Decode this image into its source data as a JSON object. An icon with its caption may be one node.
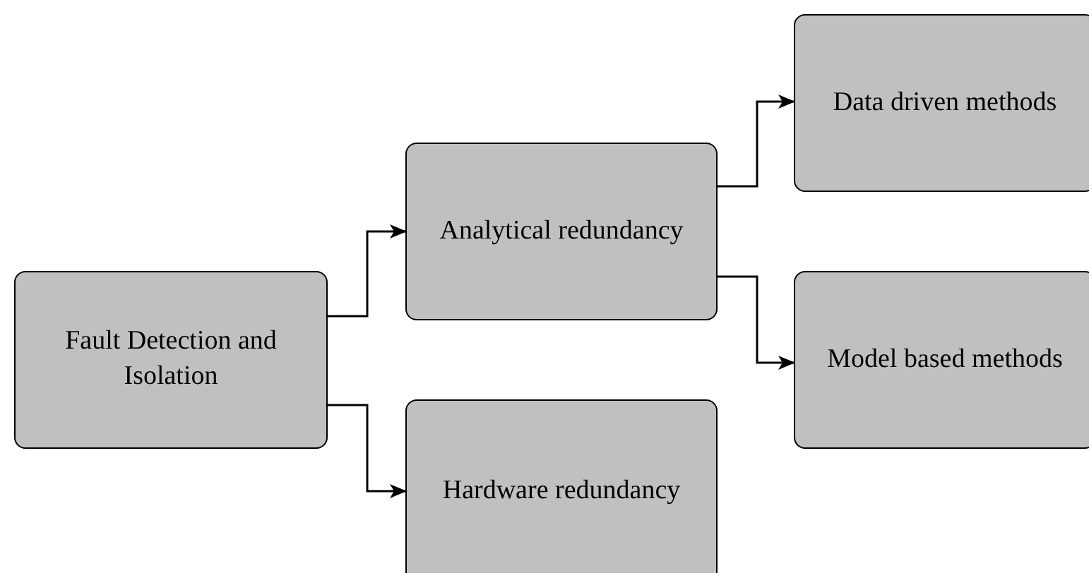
{
  "diagram": {
    "nodes": [
      {
        "text": [
          "Fault Detection and Isolation"
        ]
      },
      {
        "text": [
          "Analytical redundancy"
        ]
      },
      {
        "text": [
          "Hardware redundancy"
        ]
      },
      {
        "text": [
          "Data driven methods"
        ]
      },
      {
        "text": [
          "Model based methods"
        ]
      }
    ],
    "edges": [
      {
        "from": 0,
        "to": 1,
        "arrow": "to"
      },
      {
        "from": 0,
        "to": 2,
        "arrow": "to"
      },
      {
        "from": 1,
        "to": 3,
        "arrow": "to"
      },
      {
        "from": 1,
        "to": 4,
        "arrow": "to"
      }
    ]
  }
}
